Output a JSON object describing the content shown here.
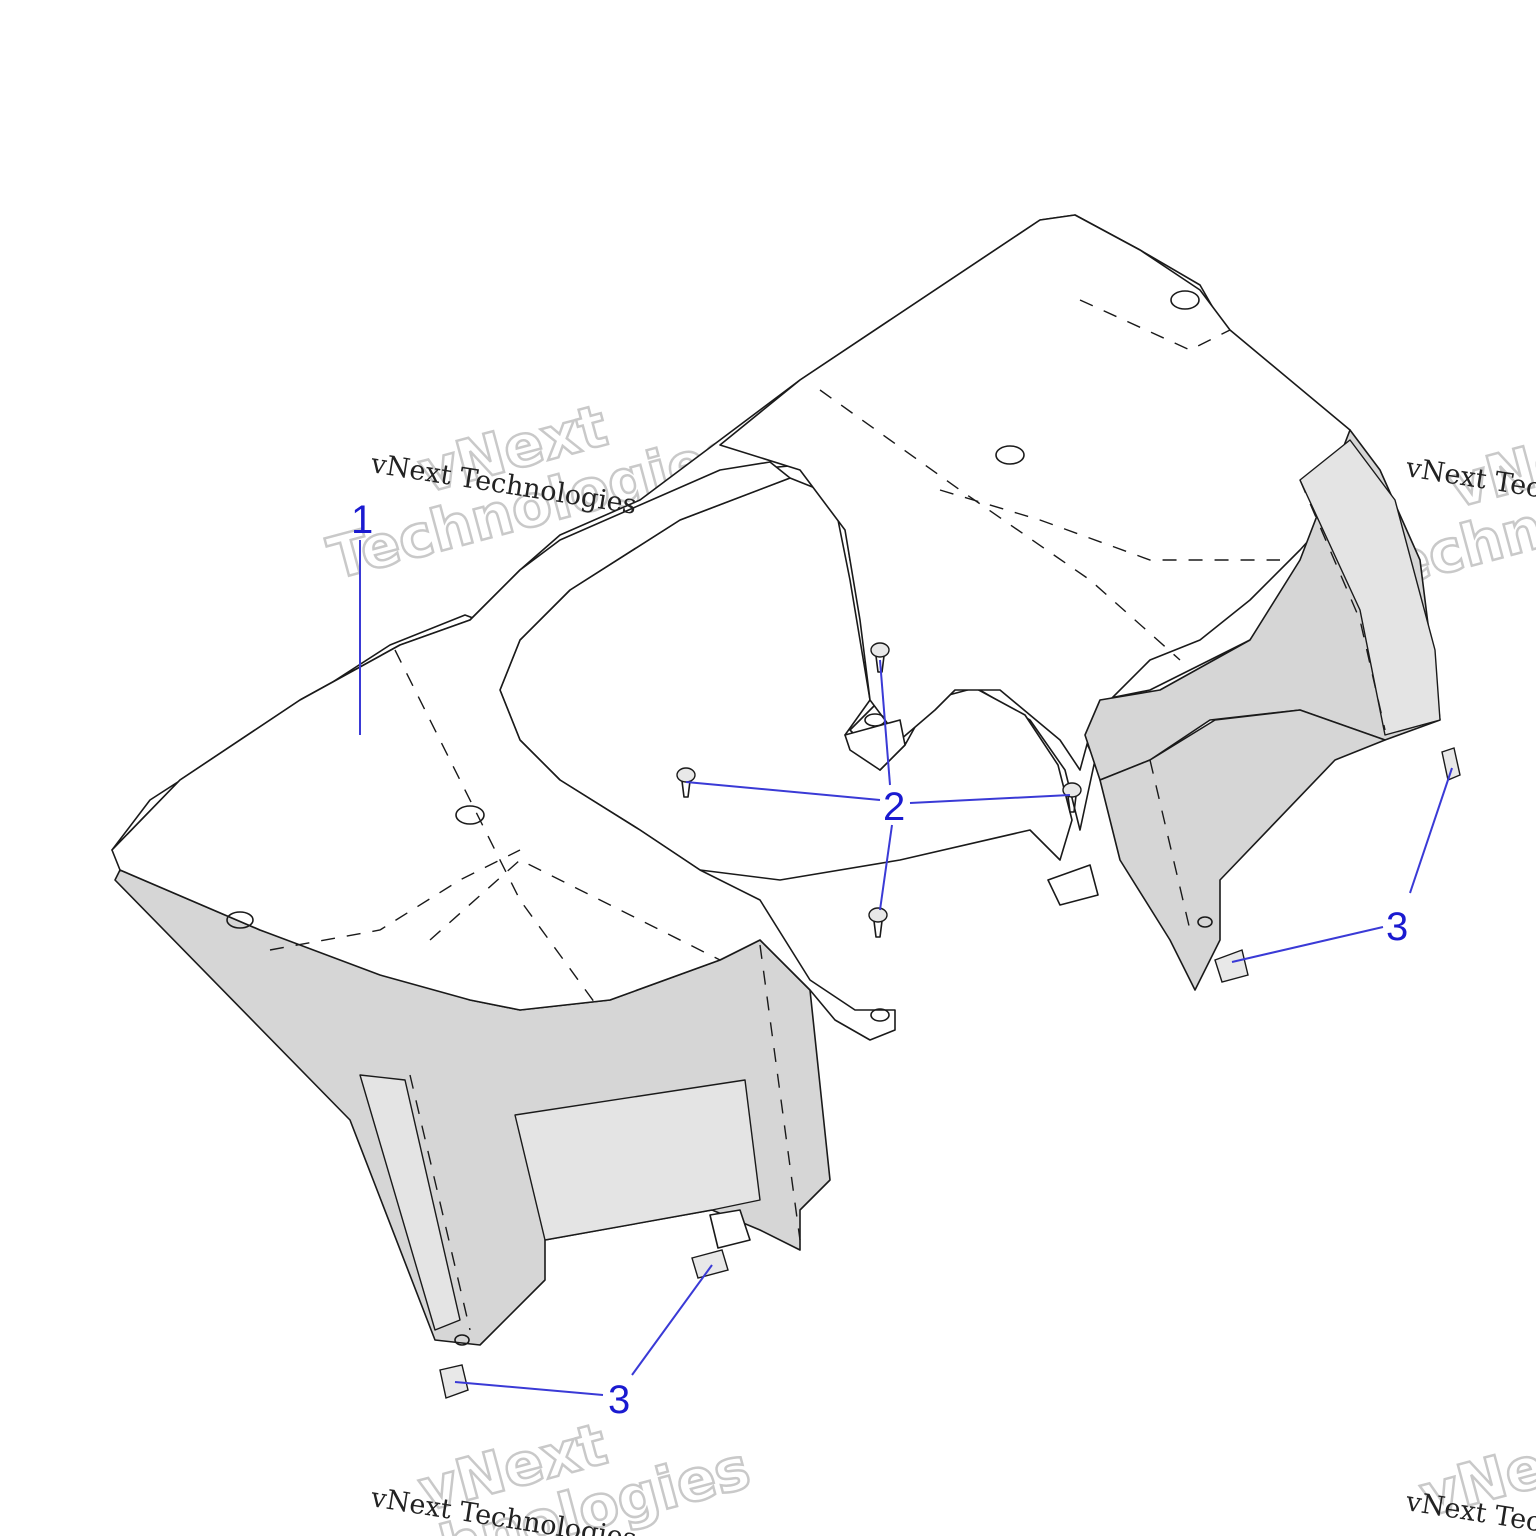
{
  "watermark": {
    "brand_big_line1": "vNext",
    "brand_big_line2": "Technologies",
    "brand_small": "vNext Technologies"
  },
  "callouts": [
    {
      "id": "1",
      "label": "1"
    },
    {
      "id": "2",
      "label": "2"
    },
    {
      "id": "3a",
      "label": "3"
    },
    {
      "id": "3b",
      "label": "3"
    }
  ],
  "colors": {
    "callout_text": "#1a1ad0",
    "leader_line": "#3a3ad6",
    "panel_shade": "#d6d6d6",
    "outline": "#1a1a1a"
  }
}
